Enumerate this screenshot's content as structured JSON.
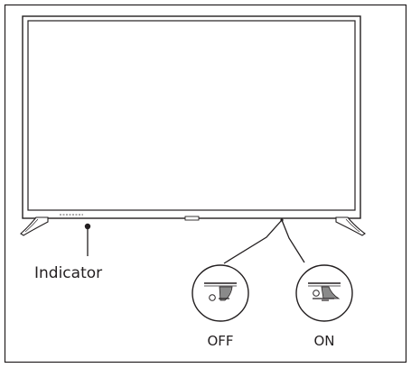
{
  "labels": {
    "indicator": "Indicator",
    "off": "OFF",
    "on": "ON"
  },
  "switch_states": {
    "off": "off",
    "on": "on"
  },
  "colors": {
    "line": "#231f20",
    "fill": "#ffffff",
    "switch_shadow": "#8a8a8a"
  }
}
